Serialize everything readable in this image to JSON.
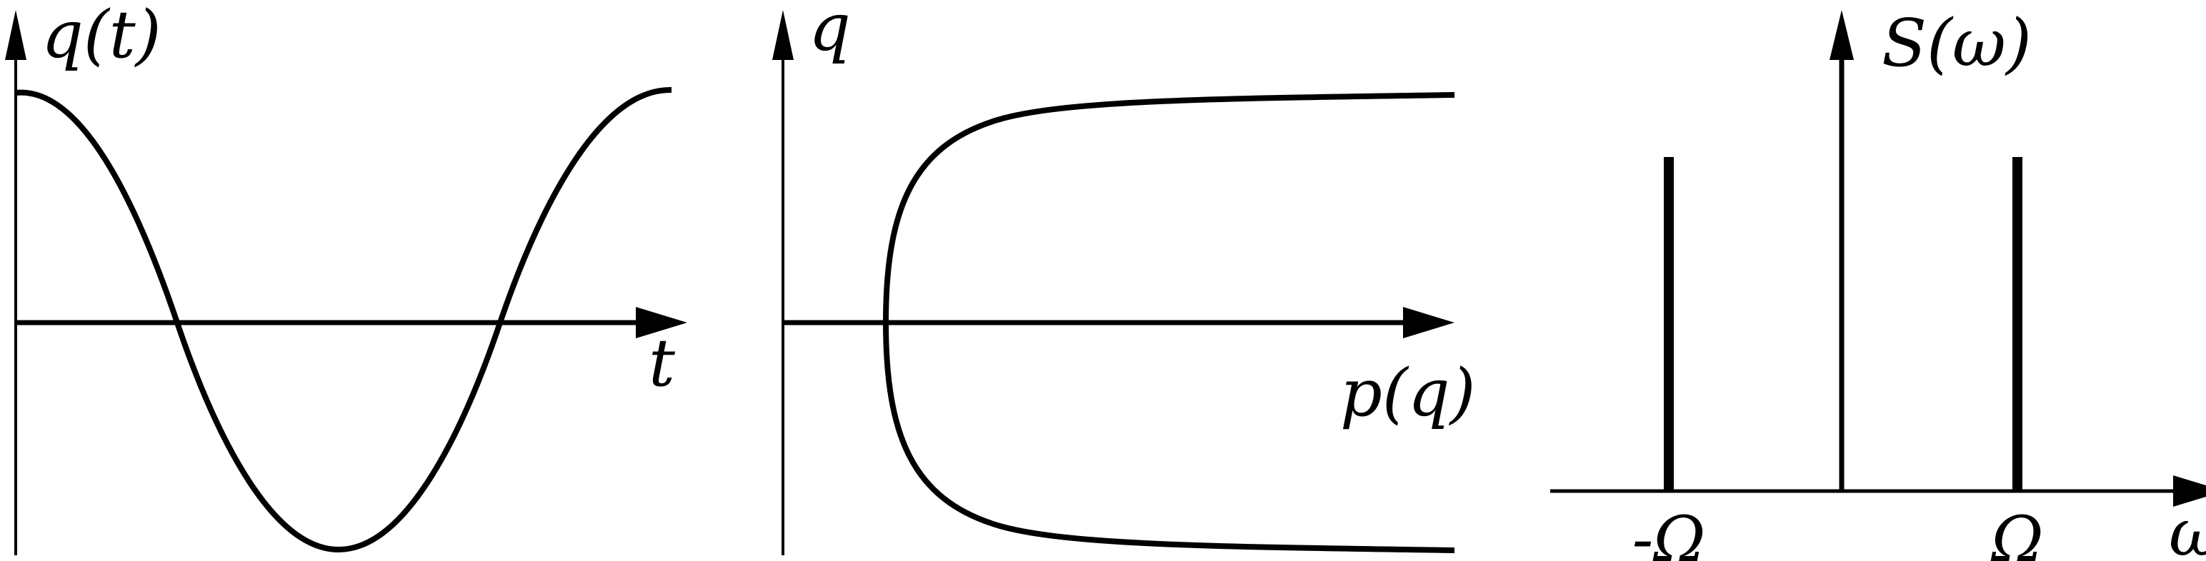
{
  "panels": [
    {
      "id": "q-of-t",
      "y_axis_label": "q(t)",
      "x_axis_label": "t",
      "curve": "cosine"
    },
    {
      "id": "phase-portrait",
      "y_axis_label": "q",
      "x_axis_label": "p(q)",
      "curve": "open phase curve"
    },
    {
      "id": "spectrum",
      "y_axis_label": "S(ω)",
      "x_axis_label": "ω",
      "tick_labels": [
        "-Ω",
        "Ω"
      ],
      "spectral_lines": 2
    }
  ],
  "style": {
    "ink": "#000000",
    "background": "#ffffff"
  }
}
